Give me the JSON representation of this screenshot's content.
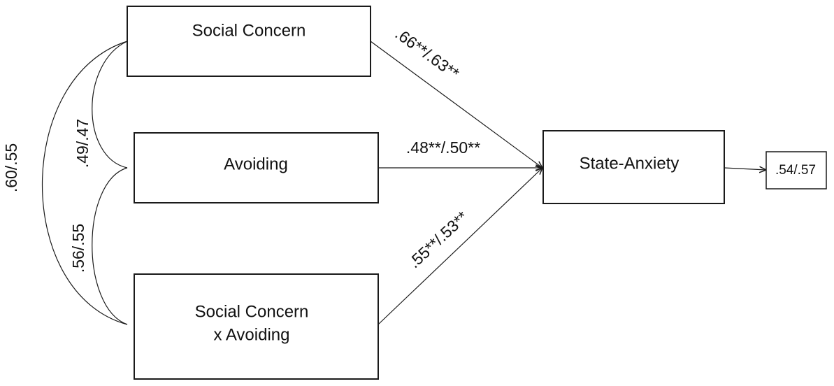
{
  "diagram": {
    "nodes": {
      "social_concern": "Social Concern",
      "avoiding": "Avoiding",
      "interaction_line1": "Social Concern",
      "interaction_line2": "x Avoiding",
      "state_anxiety": "State-Anxiety"
    },
    "paths": {
      "social_concern_to_state_anxiety": ".66**/.63**",
      "avoiding_to_state_anxiety": ".48**/.50**",
      "interaction_to_state_anxiety": ".55**/.53**"
    },
    "correlations": {
      "social_concern_avoiding": ".49/.47",
      "avoiding_interaction": ".56/.55",
      "social_concern_interaction": ".60/.55"
    },
    "r_squared": ".54/.57"
  }
}
